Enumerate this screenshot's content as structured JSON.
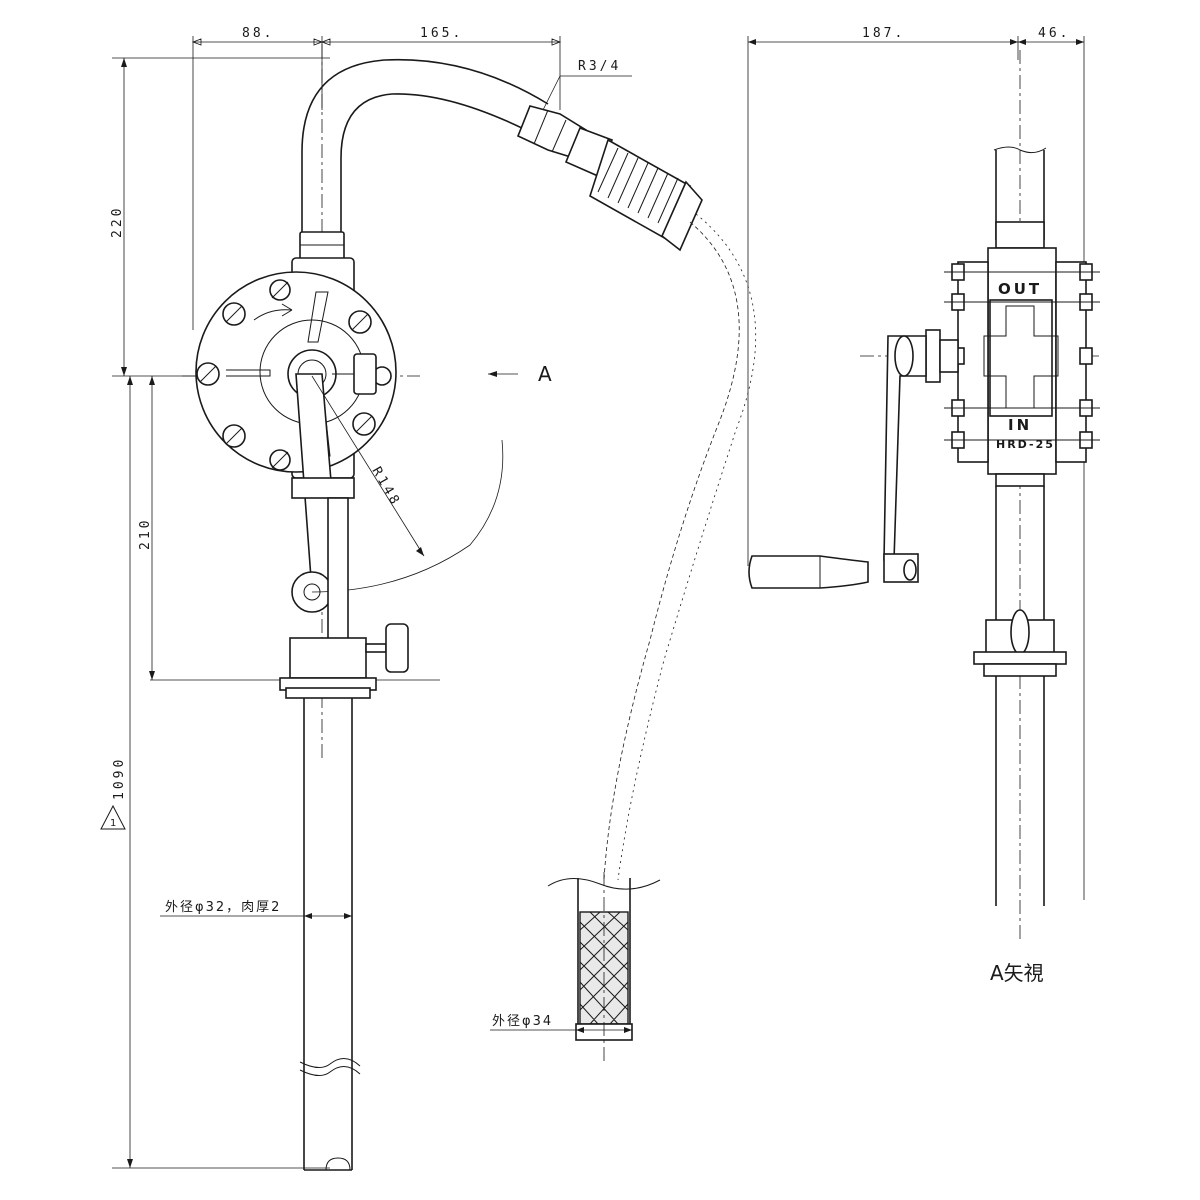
{
  "drawing": {
    "dimensions": {
      "d88": "88.",
      "d165": "165.",
      "d187": "187.",
      "d46": "46.",
      "d220": "220",
      "d210": "210",
      "d1090": "1090",
      "r148": "R148",
      "thread": "R3/4",
      "revision_mark": "1"
    },
    "notes": {
      "outer_pipe": "外径φ32，肉厚2",
      "hose_outer": "外径φ34",
      "view_arrow_label": "A",
      "view_title": "A矢視"
    },
    "side_view_labels": {
      "out": "OUT",
      "in": "IN",
      "model": "HRD-25"
    }
  }
}
